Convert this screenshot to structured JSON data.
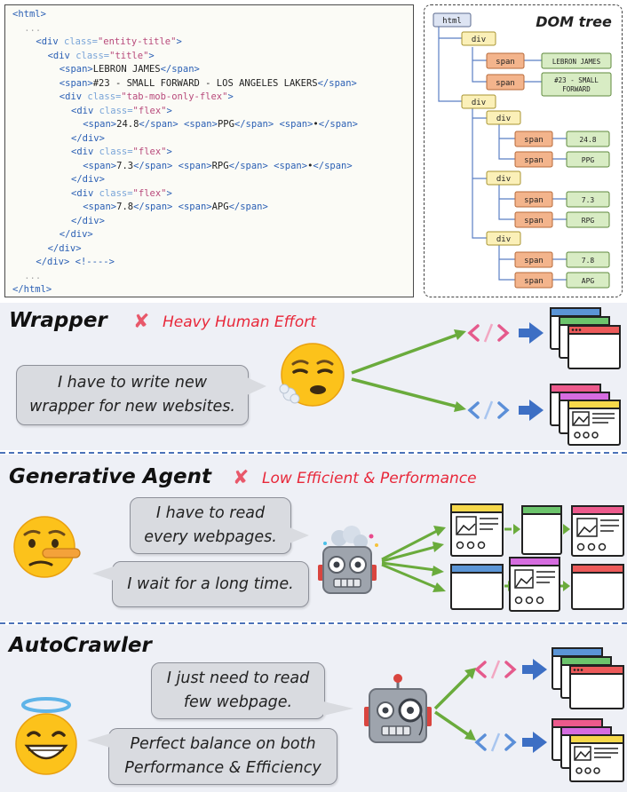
{
  "code": {
    "lines": [
      {
        "indent": 0,
        "parts": [
          [
            "tag",
            "<html>"
          ]
        ]
      },
      {
        "indent": 2,
        "parts": [
          [
            "dots",
            "..."
          ]
        ]
      },
      {
        "indent": 4,
        "parts": [
          [
            "tag",
            "<div "
          ],
          [
            "attr",
            "class="
          ],
          [
            "str",
            "\"entity-title\""
          ],
          [
            "tag",
            ">"
          ]
        ]
      },
      {
        "indent": 6,
        "parts": [
          [
            "tag",
            "<div "
          ],
          [
            "attr",
            "class="
          ],
          [
            "str",
            "\"title\""
          ],
          [
            "tag",
            ">"
          ]
        ]
      },
      {
        "indent": 8,
        "parts": [
          [
            "tag",
            "<span>"
          ],
          [
            "text",
            "LEBRON JAMES"
          ],
          [
            "tag",
            "</span>"
          ]
        ]
      },
      {
        "indent": 8,
        "parts": [
          [
            "tag",
            "<span>"
          ],
          [
            "text",
            "#23 - SMALL FORWARD - LOS ANGELES LAKERS"
          ],
          [
            "tag",
            "</span>"
          ]
        ]
      },
      {
        "indent": 8,
        "parts": [
          [
            "tag",
            "<div "
          ],
          [
            "attr",
            "class="
          ],
          [
            "str",
            "\"tab-mob-only-flex\""
          ],
          [
            "tag",
            ">"
          ]
        ]
      },
      {
        "indent": 10,
        "parts": [
          [
            "tag",
            "<div "
          ],
          [
            "attr",
            "class="
          ],
          [
            "str",
            "\"flex\""
          ],
          [
            "tag",
            ">"
          ]
        ]
      },
      {
        "indent": 12,
        "parts": [
          [
            "tag",
            "<span>"
          ],
          [
            "text",
            "24.8"
          ],
          [
            "tag",
            "</span> <span>"
          ],
          [
            "text",
            "PPG"
          ],
          [
            "tag",
            "</span> <span>"
          ],
          [
            "text",
            "•"
          ],
          [
            "tag",
            "</span>"
          ]
        ]
      },
      {
        "indent": 10,
        "parts": [
          [
            "tag",
            "</div>"
          ]
        ]
      },
      {
        "indent": 10,
        "parts": [
          [
            "tag",
            "<div "
          ],
          [
            "attr",
            "class="
          ],
          [
            "str",
            "\"flex\""
          ],
          [
            "tag",
            ">"
          ]
        ]
      },
      {
        "indent": 12,
        "parts": [
          [
            "tag",
            "<span>"
          ],
          [
            "text",
            "7.3"
          ],
          [
            "tag",
            "</span> <span>"
          ],
          [
            "text",
            "RPG"
          ],
          [
            "tag",
            "</span> <span>"
          ],
          [
            "text",
            "•"
          ],
          [
            "tag",
            "</span>"
          ]
        ]
      },
      {
        "indent": 10,
        "parts": [
          [
            "tag",
            "</div>"
          ]
        ]
      },
      {
        "indent": 10,
        "parts": [
          [
            "tag",
            "<div "
          ],
          [
            "attr",
            "class="
          ],
          [
            "str",
            "\"flex\""
          ],
          [
            "tag",
            ">"
          ]
        ]
      },
      {
        "indent": 12,
        "parts": [
          [
            "tag",
            "<span>"
          ],
          [
            "text",
            "7.8"
          ],
          [
            "tag",
            "</span> <span>"
          ],
          [
            "text",
            "APG"
          ],
          [
            "tag",
            "</span>"
          ]
        ]
      },
      {
        "indent": 10,
        "parts": [
          [
            "tag",
            "</div>"
          ]
        ]
      },
      {
        "indent": 8,
        "parts": [
          [
            "tag",
            "</div>"
          ]
        ]
      },
      {
        "indent": 6,
        "parts": [
          [
            "tag",
            "</div>"
          ]
        ]
      },
      {
        "indent": 4,
        "parts": [
          [
            "tag",
            "</div> "
          ],
          [
            "tag",
            "<!---->"
          ]
        ]
      },
      {
        "indent": 2,
        "parts": [
          [
            "dots",
            "..."
          ]
        ]
      },
      {
        "indent": 0,
        "parts": [
          [
            "tag",
            "</html>"
          ]
        ]
      }
    ]
  },
  "dom_tree": {
    "title": "DOM tree",
    "root": "html",
    "div_label": "div",
    "span_label": "span",
    "leaves": [
      "LEBRON JAMES",
      "#23 - SMALL FORWARD",
      "24.8",
      "PPG",
      "7.3",
      "RPG",
      "7.8",
      "APG"
    ]
  },
  "wrapper": {
    "title": "Wrapper",
    "warning": "Heavy Human Effort",
    "bubble_lines": [
      "I have to write new",
      "wrapper for new websites."
    ],
    "emoji": "unamused-sighing-face-icon"
  },
  "generative_agent": {
    "title": "Generative Agent",
    "warning": "Low Efficient & Performance",
    "bubble1_lines": [
      "I have to read",
      "every webpages."
    ],
    "bubble2_lines": [
      "I wait for a long time."
    ],
    "emoji": "lying-face-icon"
  },
  "autocrawler": {
    "title": "AutoCrawler",
    "bubble1_lines": [
      "I just need to read",
      "few webpage."
    ],
    "bubble2_lines": [
      "Perfect balance on both",
      "Performance & Efficiency"
    ],
    "emoji": "halo-smiling-face-icon"
  },
  "colors": {
    "section_bg": "#eef0f6",
    "divider": "#4b72b8",
    "warning": "#e8283a",
    "arrow_green": "#6aab3c",
    "arrow_blue": "#3d6fc4",
    "code_pink": "#e55a8c",
    "code_blue": "#5b8fd8"
  }
}
